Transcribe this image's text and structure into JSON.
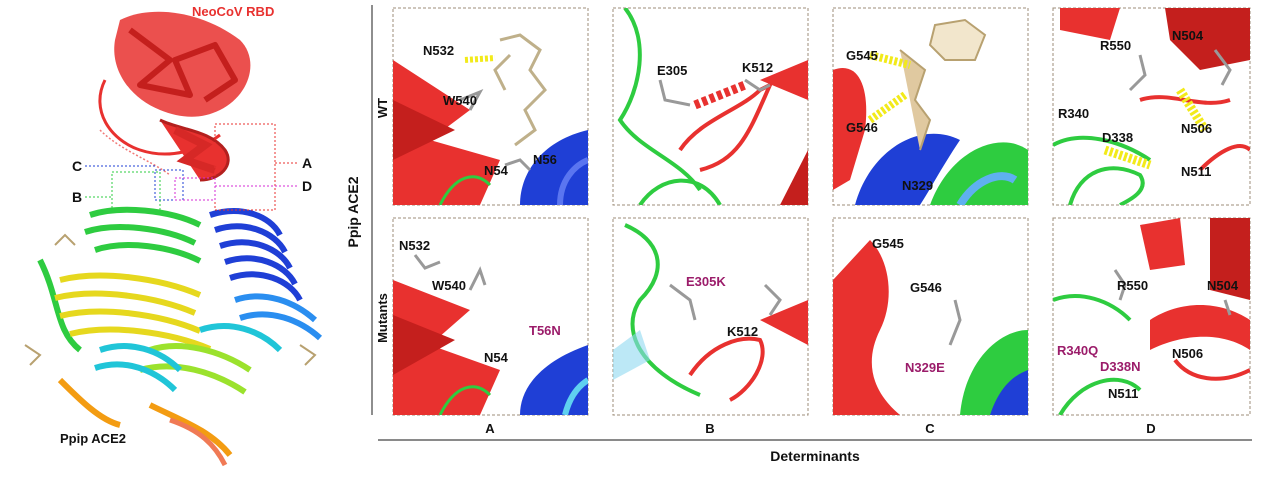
{
  "overview": {
    "title": "NeoCoV RBD",
    "receptor": "Ppip ACE2",
    "box_labels": [
      "A",
      "B",
      "C",
      "D"
    ]
  },
  "rows": {
    "wt": "WT",
    "mutants": "Mutants"
  },
  "y_axis_title": "Ppip ACE2",
  "columns": [
    "A",
    "B",
    "C",
    "D"
  ],
  "x_axis_title": "Determinants",
  "panels": {
    "wt_a": [
      "N532",
      "W540",
      "N54",
      "N56"
    ],
    "wt_b": [
      "E305",
      "K512"
    ],
    "wt_c": [
      "G545",
      "G546",
      "N329"
    ],
    "wt_d": [
      "R550",
      "N504",
      "R340",
      "D338",
      "N506",
      "N511"
    ],
    "mut_a": [
      "N532",
      "W540",
      "N54"
    ],
    "mut_a_mut": [
      "T56N"
    ],
    "mut_b": [
      "K512"
    ],
    "mut_b_mut": [
      "E305K"
    ],
    "mut_c": [
      "G545",
      "G546"
    ],
    "mut_c_mut": [
      "N329E"
    ],
    "mut_d": [
      "R550",
      "N504",
      "N506",
      "N511"
    ],
    "mut_d_mut": [
      "R340Q",
      "D338N"
    ]
  },
  "colors": {
    "rbd": "#e8312f",
    "helix_blue": "#1f3fd6",
    "helix_green": "#2ecc40",
    "helix_yellow": "#e6d81e",
    "helix_orange": "#f39c12",
    "helix_cyan": "#20c5d8",
    "mutation_text": "#9b1c6a",
    "hbond": "#f2ea1a"
  }
}
